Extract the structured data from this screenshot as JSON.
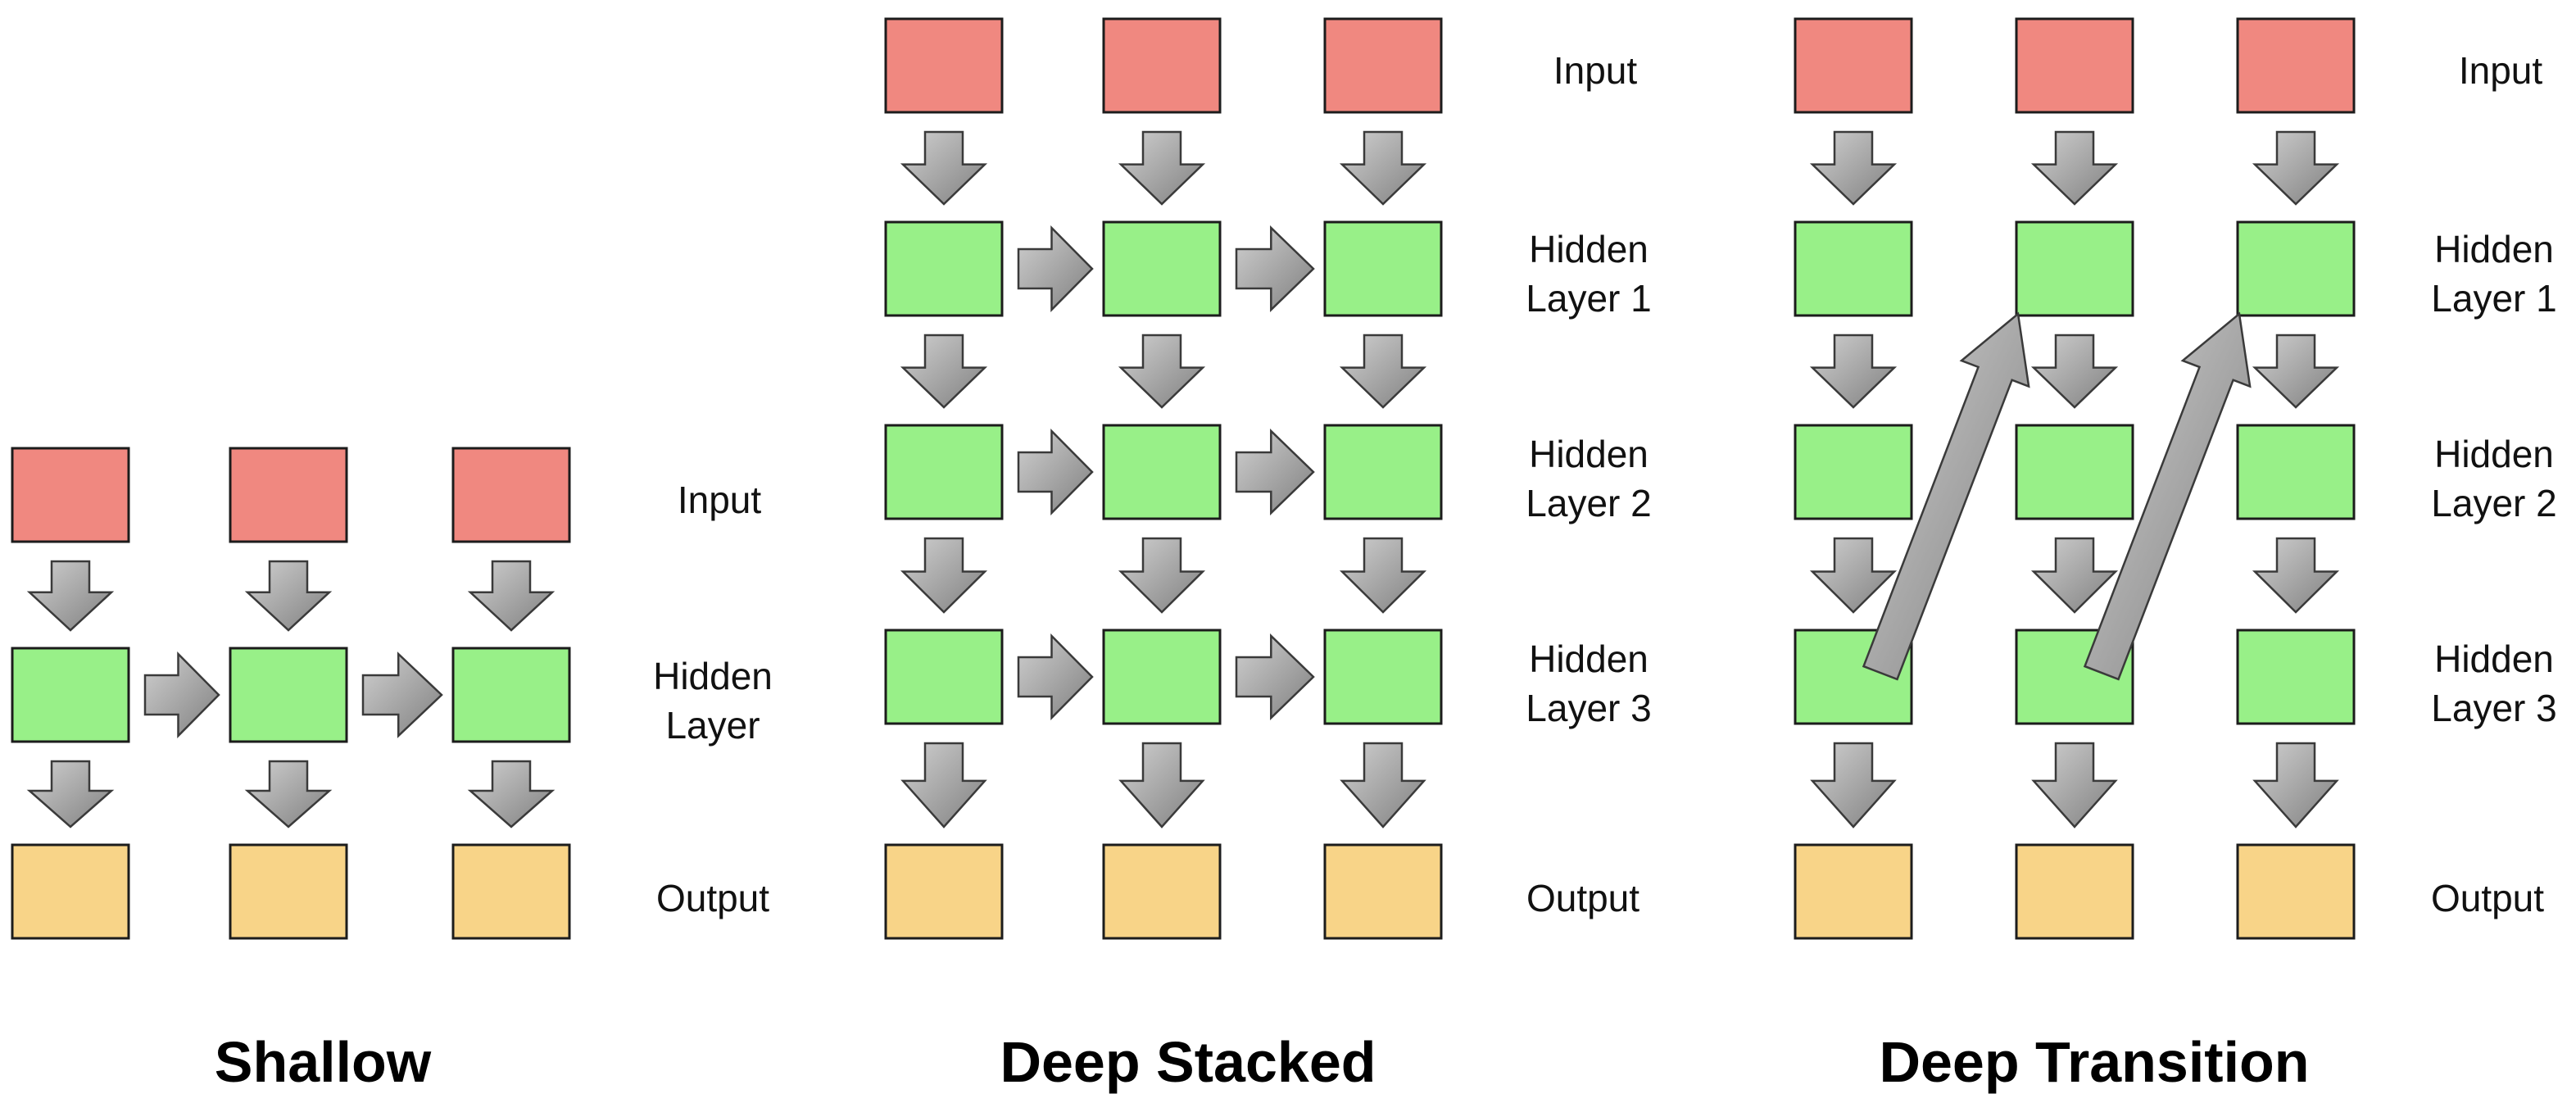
{
  "colors": {
    "input": "#f08880",
    "hidden": "#98f088",
    "output": "#f8d488",
    "arrow_fill": "#a4a4a4",
    "arrow_stroke": "#3a3a3a",
    "box_stroke": "#1c1c1c"
  },
  "panels": [
    {
      "id": "shallow",
      "title": "Shallow",
      "rows": [
        {
          "kind": "input",
          "label": [
            "Input"
          ]
        },
        {
          "kind": "hidden",
          "label": [
            "Hidden",
            "Layer"
          ]
        },
        {
          "kind": "output",
          "label": [
            "Output"
          ]
        }
      ]
    },
    {
      "id": "deep-stacked",
      "title": "Deep Stacked",
      "rows": [
        {
          "kind": "input",
          "label": [
            "Input"
          ]
        },
        {
          "kind": "hidden",
          "label": [
            "Hidden",
            "Layer 1"
          ]
        },
        {
          "kind": "hidden",
          "label": [
            "Hidden",
            "Layer 2"
          ]
        },
        {
          "kind": "hidden",
          "label": [
            "Hidden",
            "Layer 3"
          ]
        },
        {
          "kind": "output",
          "label": [
            "Output"
          ]
        }
      ]
    },
    {
      "id": "deep-transition",
      "title": "Deep Transition",
      "rows": [
        {
          "kind": "input",
          "label": [
            "Input"
          ]
        },
        {
          "kind": "hidden",
          "label": [
            "Hidden",
            "Layer 1"
          ]
        },
        {
          "kind": "hidden",
          "label": [
            "Hidden",
            "Layer 2"
          ]
        },
        {
          "kind": "hidden",
          "label": [
            "Hidden",
            "Layer 3"
          ]
        },
        {
          "kind": "output",
          "label": [
            "Output"
          ]
        }
      ]
    }
  ]
}
